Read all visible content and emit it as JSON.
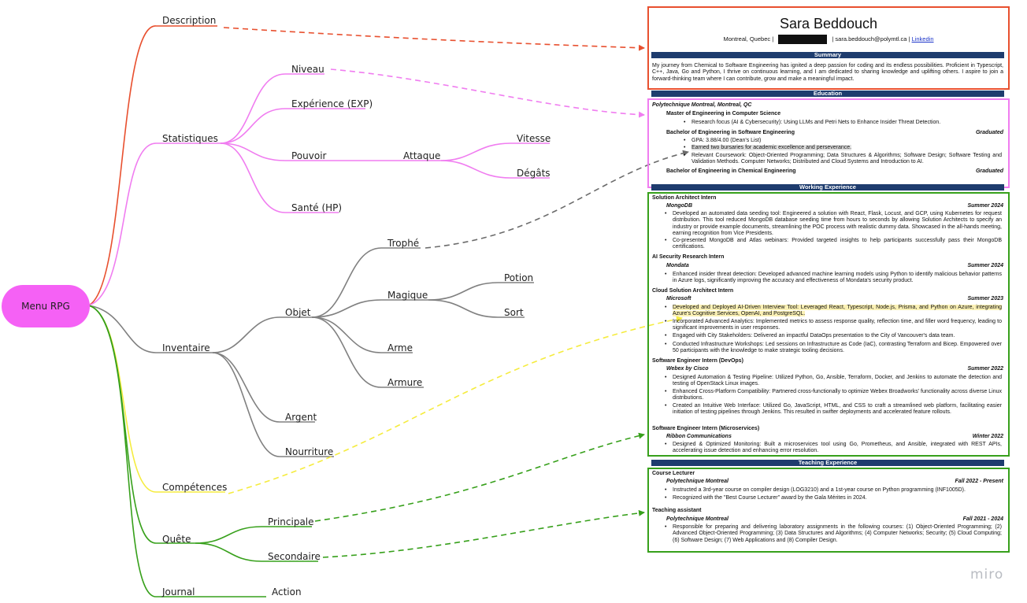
{
  "mindmap": {
    "root": "Menu RPG",
    "nodes": {
      "description": "Description",
      "statistiques": "Statistiques",
      "niveau": "Niveau",
      "experience": "Expérience (EXP)",
      "pouvoir": "Pouvoir",
      "attaque": "Attaque",
      "vitesse": "Vitesse",
      "degats": "Dégâts",
      "sante": "Santé (HP)",
      "inventaire": "Inventaire",
      "objet": "Objet",
      "trophe": "Trophé",
      "magique": "Magique",
      "potion": "Potion",
      "sort": "Sort",
      "arme": "Arme",
      "armure": "Armure",
      "argent": "Argent",
      "nourriture": "Nourriture",
      "competences": "Compétences",
      "quete": "Quête",
      "principale": "Principale",
      "secondaire": "Secondaire",
      "journal": "Journal",
      "action": "Action"
    },
    "colors": {
      "description": "#e8502f",
      "statistiques": "#f07df0",
      "inventaire": "#808080",
      "competences": "#f5ec3f",
      "quete": "#37a01b",
      "root_fill": "#f561f5"
    }
  },
  "resume": {
    "name": "Sara Beddouch",
    "contact": {
      "city": "Montreal, Quebec",
      "sep": "|",
      "email": "sara.beddouch@polymtl.ca",
      "linkedin": "Linkedin"
    },
    "sections": {
      "summary": "Summary",
      "education": "Education",
      "working": "Working Experience",
      "teaching": "Teaching Experience"
    },
    "summary_text": "My journey from Chemical to Software Engineering has ignited a deep passion for coding and its endless possibilities. Proficient in Typescript, C++, Java, Go and Python, I thrive on continuous learning, and I am dedicated to sharing knowledge and uplifting others. I aspire to join a forward-thinking team where I can contribute, grow and make a meaningful impact.",
    "education": {
      "school": "Polytechnique Montreal, Montreal, QC",
      "master": "Master of Engineering in Computer Science",
      "master_b1": "Research focus (AI & Cybersecurity): Using LLMs and Petri Nets to Enhance Insider Threat Detection.",
      "bachelor_sw": "Bachelor of Engineering in Software Engineering",
      "bachelor_sw_status": "Graduated",
      "sw_b1": "GPA: 3.88/4.00 (Dean's List)",
      "sw_b2": "Earned two bursaries for academic excellence and perseverance.",
      "sw_b3": "Relevant Coursework: Object-Oriented Programming; Data Structures & Algorithms; Software Design; Software Testing and Validation Methods. Computer Networks; Distributed and Cloud Systems and Introduction to AI.",
      "bachelor_chem": "Bachelor of Engineering in Chemical Engineering",
      "bachelor_chem_status": "Graduated"
    },
    "work": {
      "j1_title": "Solution Architect Intern",
      "j1_org": "MongoDB",
      "j1_date": "Summer 2024",
      "j1_b1": "Developed an automated data seeding tool: Engineered a solution with React, Flask, Locust, and GCP, using Kubernetes for request distribution. This tool reduced MongoDB database seeding time from hours to seconds by allowing Solution Architects to specify an industry or provide example documents, streamlining the POC process with realistic dummy data. Showcased in the all-hands meeting, earning recognition from Vice Presidents.",
      "j1_b2": "Co-presented MongoDB and Atlas webinars: Provided targeted insights to help participants successfully pass their MongoDB certifications.",
      "j2_title": "AI Security Research Intern",
      "j2_org": "Mondata",
      "j2_date": "Summer 2024",
      "j2_b1": "Enhanced insider threat detection: Developed advanced machine learning models using Python to identify malicious behavior patterns in Azure logs, significantly improving the accuracy and effectiveness of Mondata's security product.",
      "j3_title": "Cloud Solution Architect Intern",
      "j3_org": "Microsoft",
      "j3_date": "Summer 2023",
      "j3_b1": "Developed and Deployed AI-Driven Interview Tool: Leveraged React, Typescript, Node.js, Prisma, and Python on Azure, integrating Azure's Cognitive Services, OpenAI, and PostgreSQL.",
      "j3_b2": "Incorporated Advanced Analytics: Implemented metrics to assess response quality, reflection time, and filler word frequency, leading to significant improvements in user responses.",
      "j3_b3": "Engaged with City Stakeholders: Delivered an impactful DataOps presentation to the City of Vancouver's data team.",
      "j3_b4": "Conducted Infrastructure Workshops: Led sessions on Infrastructure as Code (IaC), contrasting Terraform and Bicep. Empowered over 50 participants with the knowledge to make strategic tooling decisions.",
      "j4_title": "Software Engineer Intern (DevOps)",
      "j4_org": "Webex by Cisco",
      "j4_date": "Summer 2022",
      "j4_b1": "Designed Automation & Testing Pipeline: Utilized Python, Go, Ansible, Terraform, Docker, and Jenkins to automate the detection and testing of OpenStack Linux images.",
      "j4_b2": "Enhanced Cross-Platform Compatibility: Partnered cross-functionally to optimize Webex Broadworks' functionality across diverse Linux distributions.",
      "j4_b3": "Created an Intuitive Web Interface: Utilized Go, JavaScript, HTML, and CSS to craft a streamlined web platform, facilitating easier initiation of testing pipelines through Jenkins. This resulted in swifter deployments and accelerated feature rollouts.",
      "j5_title": "Software Engineer Intern (Microservices)",
      "j5_org": "Ribbon Communications",
      "j5_date": "Winter 2022",
      "j5_b1": "Designed & Optimized Monitoring: Built a microservices tool using Go, Prometheus, and Ansible, integrated with REST APIs, accelerating issue detection and enhancing error resolution."
    },
    "teaching": {
      "t1_title": "Course Lecturer",
      "t1_org": "Polytechnique Montreal",
      "t1_date": "Fall 2022 - Present",
      "t1_b1": "Instructed a 3rd-year course on compiler design (LOG3210) and a 1st-year course on Python programming (INF1005D).",
      "t1_b2": "Recognized with the \"Best Course Lecturer\" award by the Gala Mérites in 2024.",
      "t2_title": "Teaching assistant",
      "t2_org": "Polytechnique Montreal",
      "t2_date": "Fall 2021 - 2024",
      "t2_b1": "Responsible for preparing and delivering laboratory assignments in the following courses: (1) Object-Oriented Programming; (2) Advanced Object-Oriented Programming; (3) Data Structures and Algorithms; (4) Computer Networks; Security; (5) Cloud Computing; (6) Software Design; (7) Web Applications and (8) Compiler Design."
    }
  },
  "watermark": "miro"
}
